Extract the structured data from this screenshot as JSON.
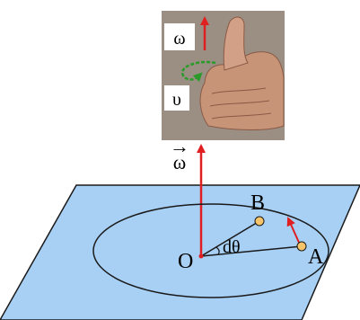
{
  "colors": {
    "plane_fill": "#a8d0f5",
    "plane_stroke": "#1a1a1a",
    "omega_arrow": "#e02020",
    "velocity_arrow": "#e02020",
    "point_fill": "#f6c46a",
    "curl_arrow": "#2a9a2a",
    "photo_bg": "#9a8f82",
    "skin": "#c89478"
  },
  "photo": {
    "omega_label": "ω",
    "upsilon_label": "υ"
  },
  "vector_label": {
    "arrow": "→",
    "symbol": "ω"
  },
  "circle": {
    "center_label": "O",
    "point_a_label": "A",
    "point_b_label": "B",
    "angle_label": "dθ"
  },
  "icons": {
    "hand": "right-hand-thumbs-up-icon",
    "rotation": "curl-arrow-icon"
  }
}
